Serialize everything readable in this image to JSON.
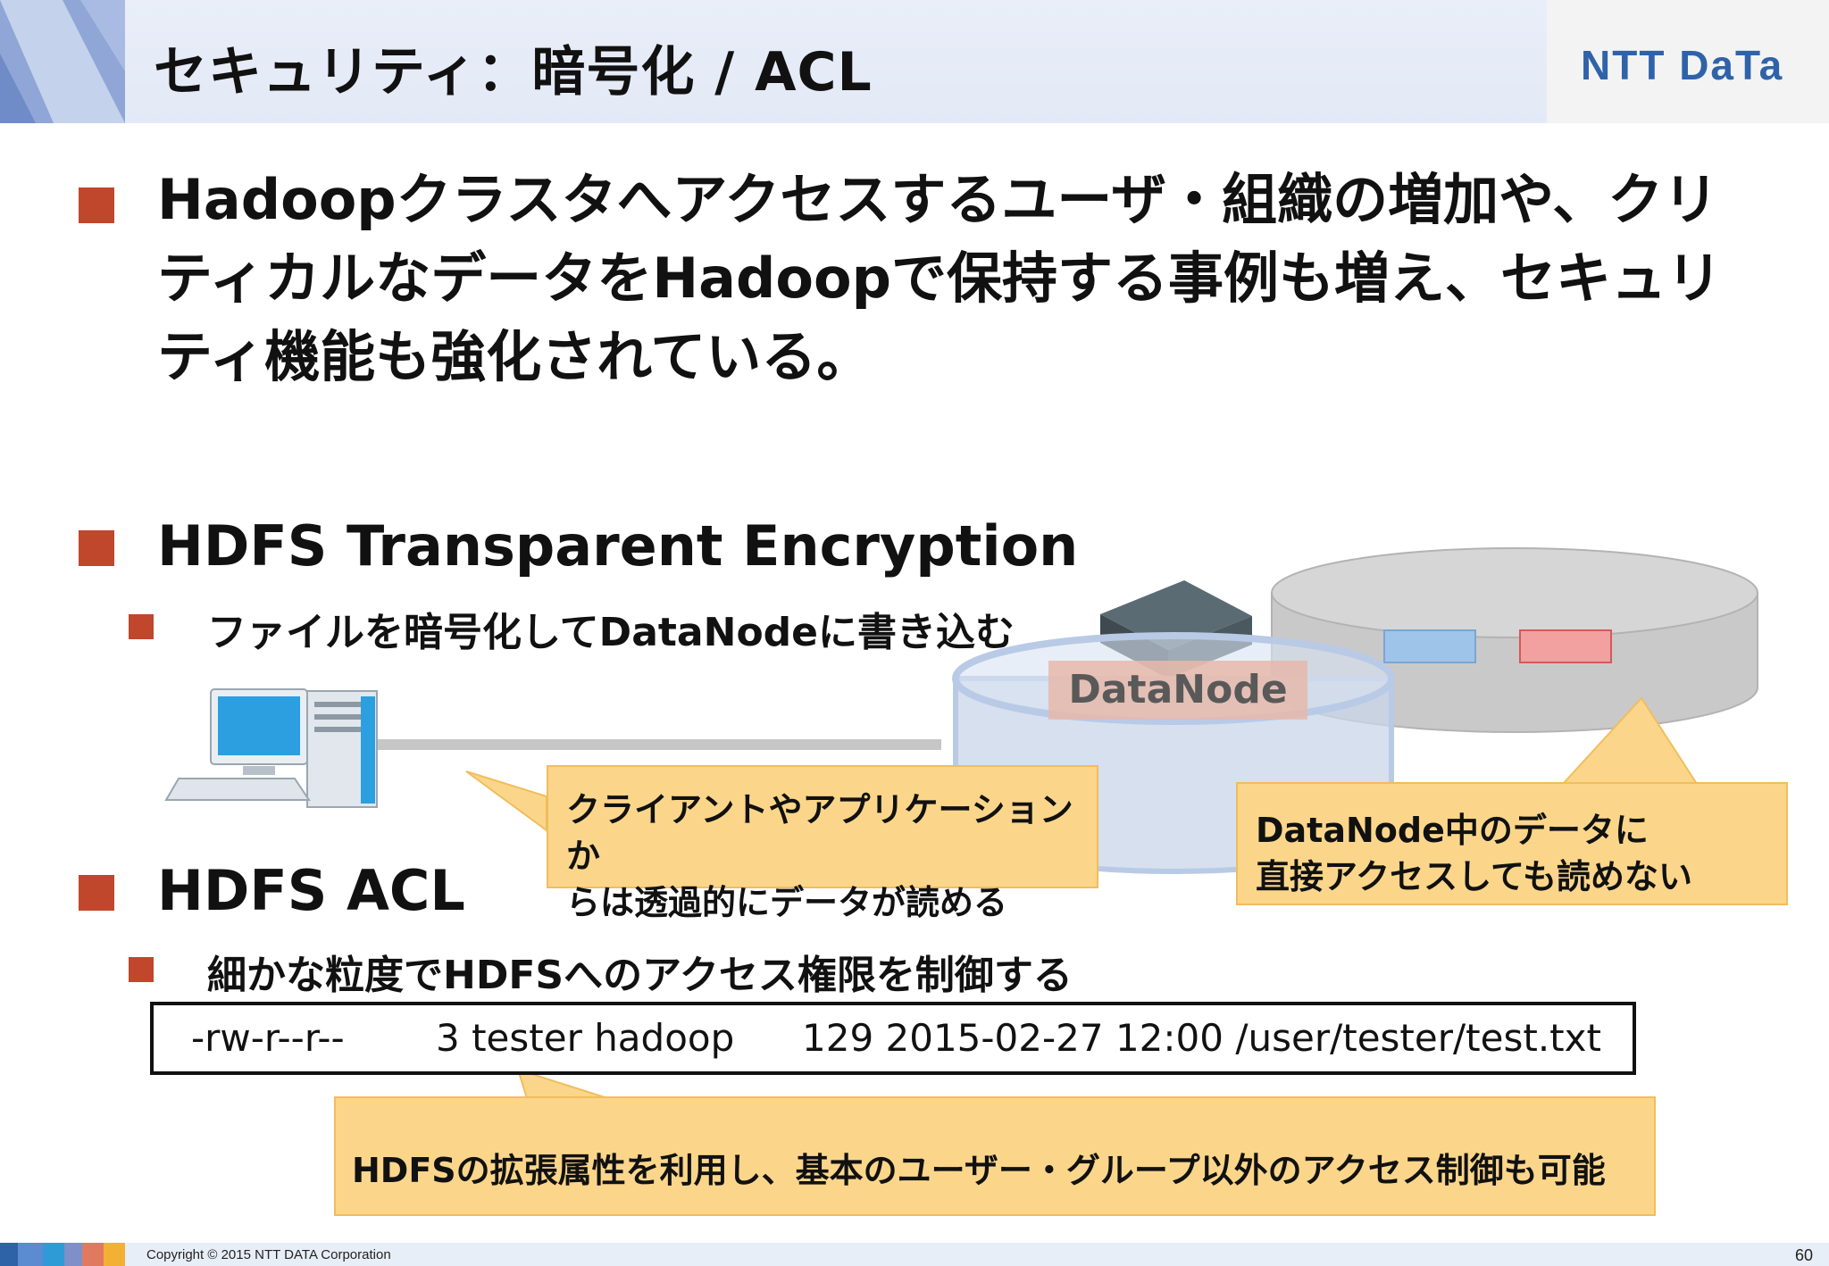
{
  "header": {
    "title": "セキュリティ：暗号化 / ACL",
    "logo": "NTT DaTa"
  },
  "bullets": {
    "lead": "Hadoopクラスタへアクセスするユーザ・組織の増加や、クリティカルなデータをHadoopで保持する事例も増え、セキュリティ機能も強化されている。",
    "encryption": {
      "heading": "HDFS Transparent Encryption",
      "sub": "ファイルを暗号化してDataNodeに書き込む"
    },
    "acl": {
      "heading": "HDFS ACL",
      "sub": "細かな粒度でHDFSへのアクセス権限を制御する"
    }
  },
  "diagram": {
    "datanode_label": "DataNode",
    "callout_client": {
      "line1": "クライアントやアプリケーションか",
      "line2": "らは透過的にデータが読める"
    },
    "callout_datanode": {
      "line1": "DataNode中のデータに",
      "line2": "直接アクセスしても読めない"
    },
    "callout_acl": "HDFSの拡張属性を利用し、基本のユーザー・グループ以外のアクセス制御も可能"
  },
  "command_line": {
    "permissions": "-rw-r--r--",
    "details": "3 tester hadoop",
    "size_date": "129 2015-02-27 12:00 /user/tester/test.txt"
  },
  "footer": {
    "copyright": "Copyright © 2015 NTT DATA Corporation",
    "page": "60"
  },
  "colors": {
    "bullet": "#c0462c",
    "callout": "#fbd68a",
    "logo": "#2f63a8"
  }
}
